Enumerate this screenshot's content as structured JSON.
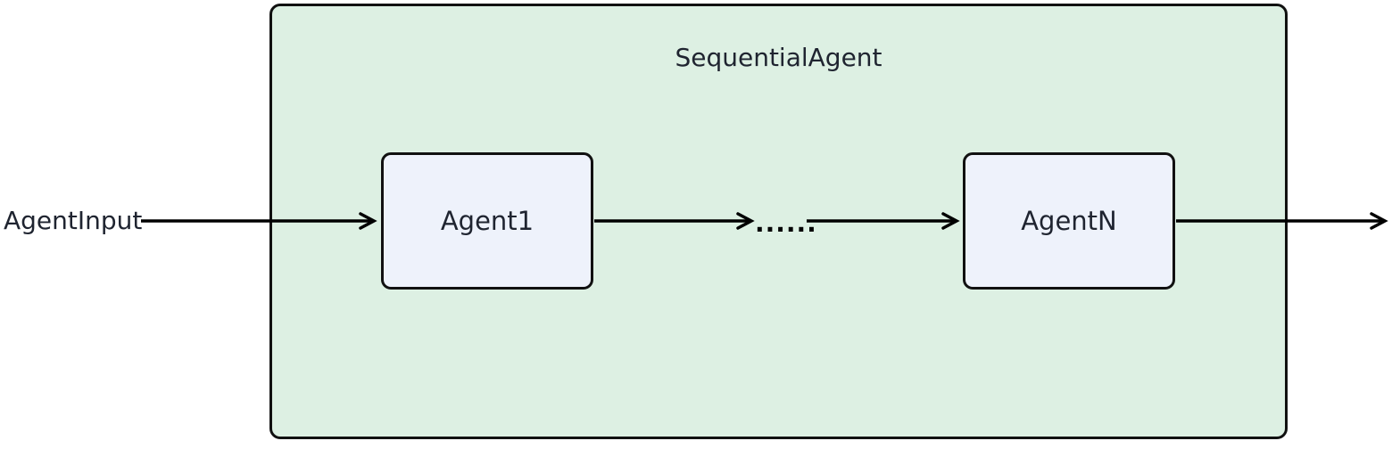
{
  "diagram": {
    "type": "flowchart-left-right",
    "container": {
      "label": "SequentialAgent",
      "fill": "#ddf0e3",
      "border": "#111111"
    },
    "nodes": [
      {
        "id": "agent1",
        "label": "Agent1",
        "fill": "#eef2fb",
        "border": "#111111"
      },
      {
        "id": "agentN",
        "label": "AgentN",
        "fill": "#eef2fb",
        "border": "#111111"
      }
    ],
    "input_label": "AgentInput",
    "edge_label": "......",
    "edges": [
      {
        "from": "AgentInput",
        "to": "Agent1"
      },
      {
        "from": "Agent1",
        "to": "......"
      },
      {
        "from": "......",
        "to": "AgentN"
      },
      {
        "from": "AgentN",
        "to": "output"
      }
    ],
    "colors": {
      "background": "#ffffff",
      "arrow": "#000000",
      "text": "#1f2430"
    }
  }
}
